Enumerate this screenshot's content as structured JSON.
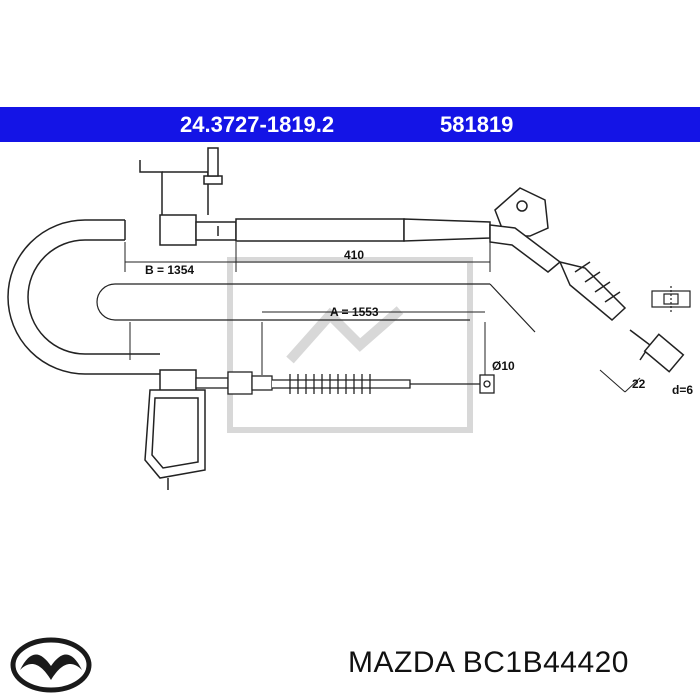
{
  "header": {
    "part_code": "24.3727-1819.2",
    "ref_number": "581819",
    "band_color": "#1414e6"
  },
  "dimensions": {
    "b_label": "B = 1354",
    "len_410": "410",
    "a_label": "A = 1553",
    "dia_label": "Ø10",
    "len_22": "22",
    "d_label": "d=6"
  },
  "footer": {
    "brand": "MAZDA",
    "part_number": "BC1B44420",
    "logo_icon": "mazda-logo-icon"
  }
}
